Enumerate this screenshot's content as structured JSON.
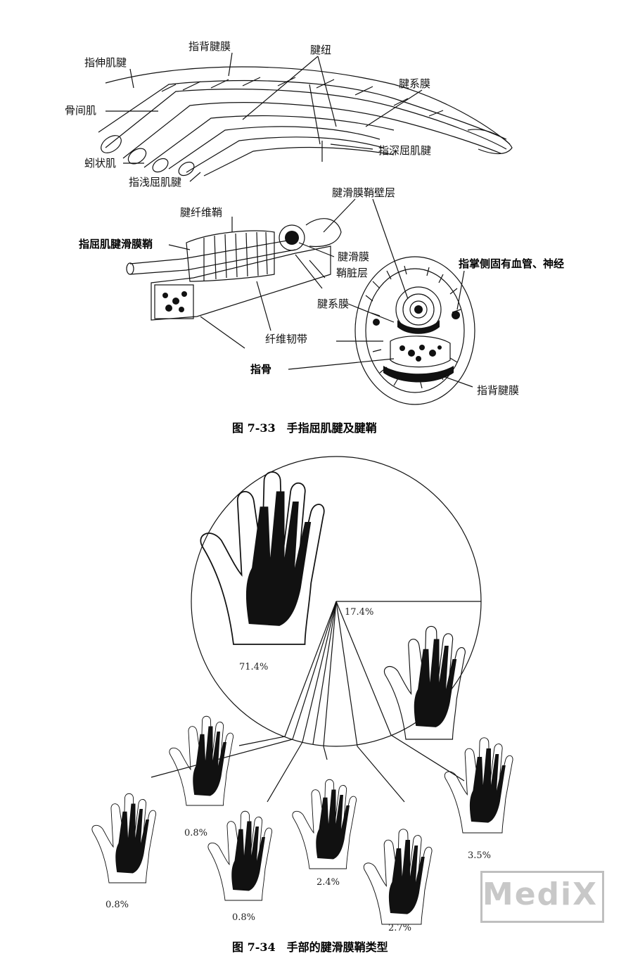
{
  "fig33": {
    "labels": {
      "extensor_tendon": "指伸肌腱",
      "dorsal_aponeurosis_top": "指背腱膜",
      "vinculum": "腱纽",
      "mesotendon_top": "腱系膜",
      "interosseous": "骨间肌",
      "fdp_tendon": "指深屈肌腱",
      "lumbrical": "蚓状肌",
      "fds_tendon": "指浅屈肌腱",
      "parietal_layer": "腱滑膜鞘壁层",
      "fibrous_sheath": "腱纤维鞘",
      "synovial_sheath": "指屈肌腱滑膜鞘",
      "tendon_synovium": "腱滑膜",
      "visceral_layer": "鞘脏层",
      "palmar_lateral": "指掌侧固有血管、神经",
      "mesotendon": "腱系膜",
      "fibrous_ligament": "纤维韧带",
      "phalanx": "指骨",
      "dorsal_aponeurosis_bottom": "指背腱膜"
    },
    "caption": "图 7-33　手指屈肌腱及腱鞘"
  },
  "fig34": {
    "percentages": {
      "p71": "71.4%",
      "p17": "17.4%",
      "p35": "3.5%",
      "p27": "2.7%",
      "p24": "2.4%",
      "p08a": "0.8%",
      "p08b": "0.8%",
      "p08c": "0.8%"
    },
    "caption": "图 7-34　手部的腱滑膜鞘类型"
  },
  "watermark": "MediX",
  "colors": {
    "ink": "#111111",
    "paper": "#ffffff",
    "watermark": "#c8c8c8"
  }
}
